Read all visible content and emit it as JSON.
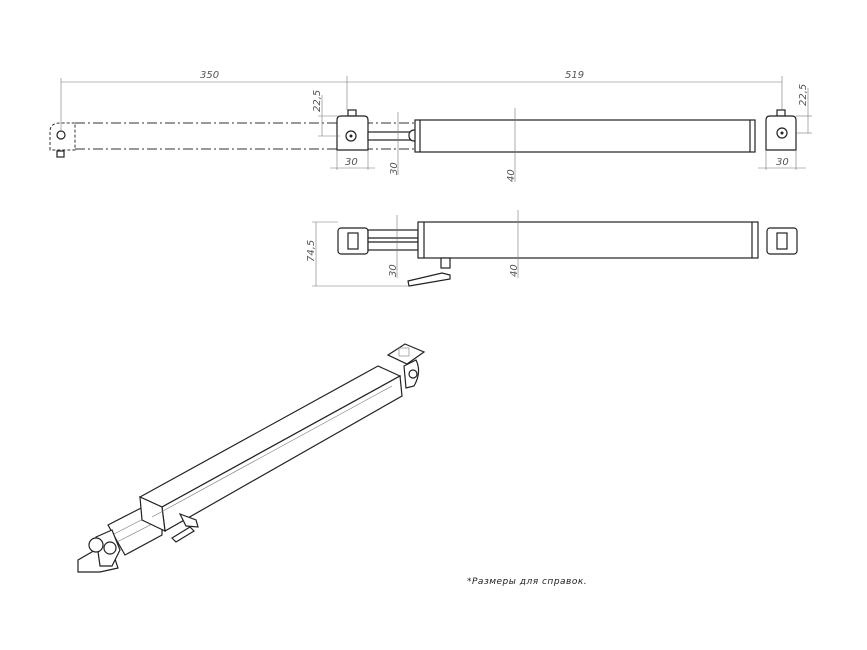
{
  "top_view": {
    "dim_stroke": "350",
    "dim_body": "519",
    "dim_left_offset": "22,5",
    "dim_left_width": "30",
    "dim_rod_height": "30",
    "dim_body_height": "40",
    "dim_right_offset": "22,5",
    "dim_right_width": "30"
  },
  "side_view": {
    "dim_total_height": "74,5",
    "dim_rod_height": "30",
    "dim_body_height": "40"
  },
  "note": "*Размеры для справок."
}
